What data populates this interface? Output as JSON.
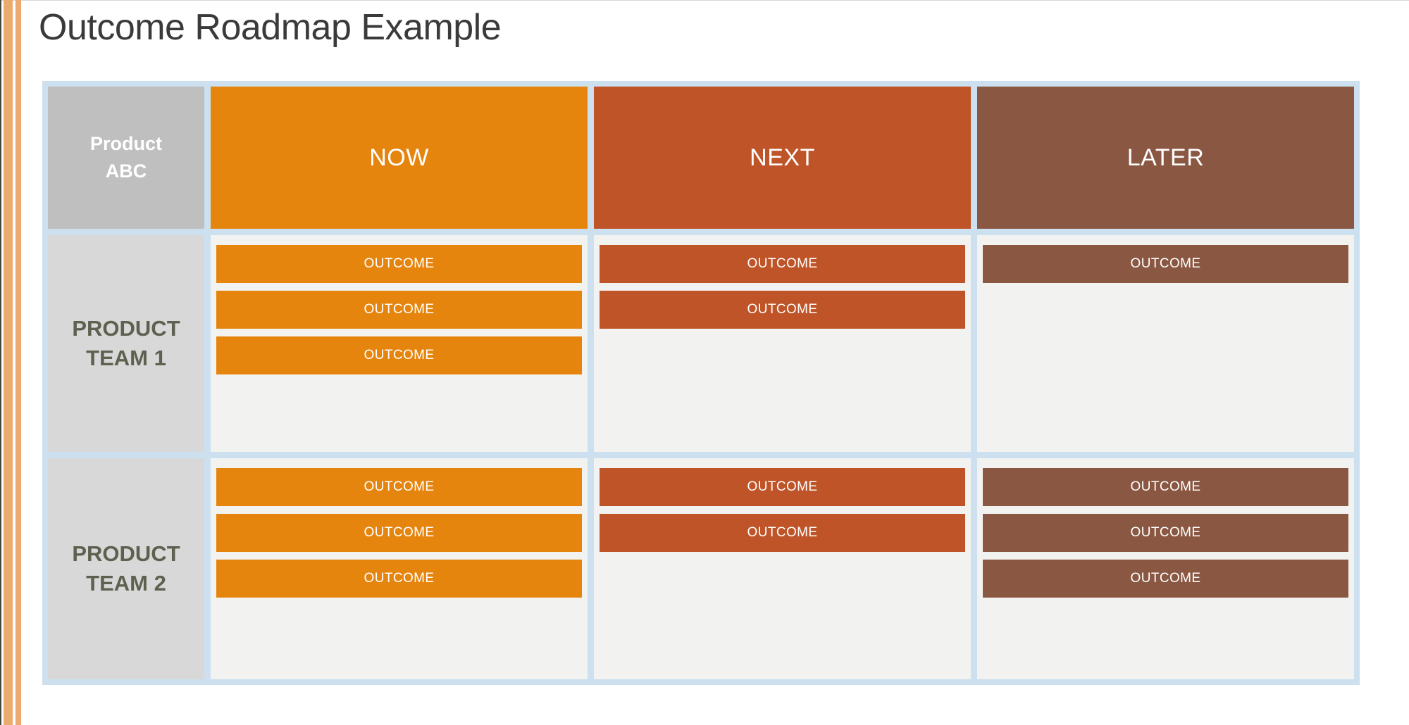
{
  "slide": {
    "title": "Outcome Roadmap Example"
  },
  "table": {
    "corner": {
      "line1": "Product",
      "line2": "ABC"
    },
    "columns": [
      {
        "label": "NOW",
        "color": "#E6850E"
      },
      {
        "label": "NEXT",
        "color": "#BF5428"
      },
      {
        "label": "LATER",
        "color": "#8A5742"
      }
    ],
    "rows": [
      {
        "label_line1": "PRODUCT",
        "label_line2": "TEAM 1",
        "now": [
          "OUTCOME",
          "OUTCOME",
          "OUTCOME"
        ],
        "next": [
          "OUTCOME",
          "OUTCOME"
        ],
        "later": [
          "OUTCOME"
        ]
      },
      {
        "label_line1": "PRODUCT",
        "label_line2": "TEAM 2",
        "now": [
          "OUTCOME",
          "OUTCOME",
          "OUTCOME"
        ],
        "next": [
          "OUTCOME",
          "OUTCOME"
        ],
        "later": [
          "OUTCOME",
          "OUTCOME",
          "OUTCOME"
        ]
      }
    ]
  },
  "colors": {
    "accent_stripe": "#ECAB6E",
    "left_edge_line": "#474740",
    "table_background": "#CCE0EF",
    "corner_cell": "#BFBFBF",
    "row_label_cell": "#D8D8D8",
    "body_cell": "#F2F2F1",
    "row_label_text": "#5F6150",
    "title_text": "#3A3A3A",
    "bar_text": "#FFFFFF"
  }
}
